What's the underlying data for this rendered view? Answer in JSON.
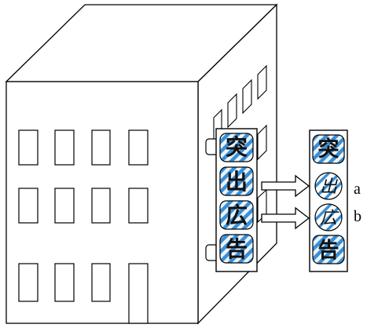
{
  "sign_main": [
    "突",
    "出",
    "広",
    "告"
  ],
  "sign_detail": [
    "突",
    "出",
    "広",
    "告"
  ],
  "labels": {
    "a": "a",
    "b": "b"
  },
  "colors": {
    "line": "#000000",
    "stripe": "#3a8fd6",
    "stripe_bg": "#e9f3fb",
    "fill": "#ffffff"
  }
}
